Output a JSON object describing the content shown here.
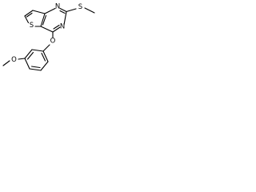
{
  "molecule": {
    "labels": {
      "sulfur_thiophene": "S",
      "nitrogen_top": "N",
      "sulfur_thioether": "S",
      "nitrogen_bottom": "N",
      "oxygen_ether": "O",
      "oxygen_methoxy": "O"
    }
  }
}
